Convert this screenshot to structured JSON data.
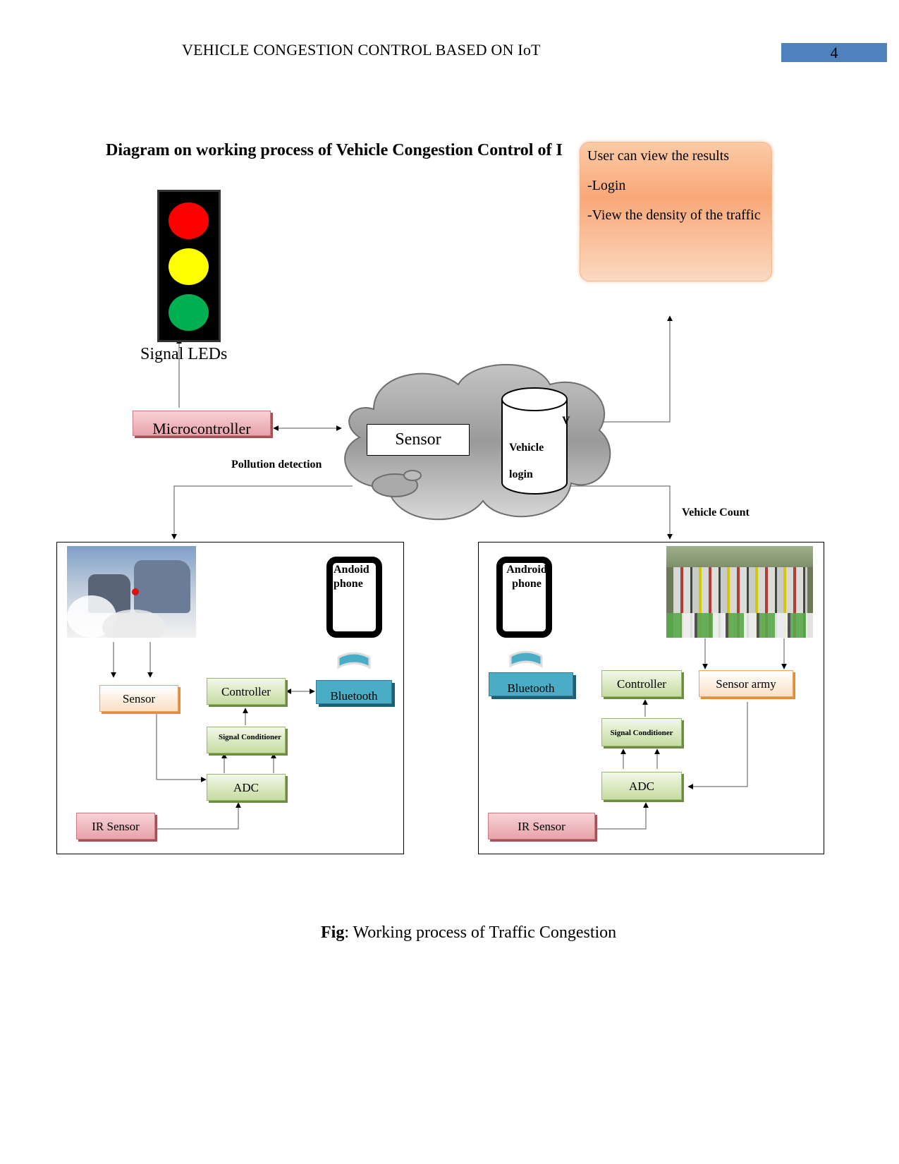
{
  "header": {
    "title": "VEHICLE CONGESTION CONTROL BASED ON IoT",
    "page_number": "4"
  },
  "diagram": {
    "title": "Diagram on working process of Vehicle Congestion Control of I",
    "user_box": {
      "line1": "User can view the results",
      "line2": "-Login",
      "line3": "-View the density of the traffic"
    },
    "signal_label": "Signal LEDs",
    "microcontroller": "Microcontroller",
    "cloud_sensor": "Sensor",
    "db_cut_letter": "V",
    "db_line1": "Vehicle",
    "db_line2": "login",
    "pollution_label": "Pollution detection",
    "vehicle_count_label": "Vehicle Count",
    "left_panel": {
      "phone_text": "Andoid phone",
      "sensor": "Sensor",
      "controller": "Controller",
      "bluetooth": "Bluetooth",
      "signal_conditioner": "Signal Conditioner",
      "adc": "ADC",
      "ir_sensor": "IR Sensor"
    },
    "right_panel": {
      "phone_text": "Android phone",
      "bluetooth": "Bluetooth",
      "controller": "Controller",
      "sensor_army": "Sensor army",
      "signal_conditioner": "Signal Conditioner",
      "adc": "ADC",
      "ir_sensor": "IR Sensor"
    }
  },
  "caption": {
    "bold": "Fig",
    "text": ": Working process of Traffic Congestion"
  },
  "colors": {
    "header_bar": "#4f81bd",
    "red_light": "#ff0000",
    "yellow_light": "#ffff00",
    "green_light": "#00b050",
    "bluetooth": "#4bacc6"
  }
}
